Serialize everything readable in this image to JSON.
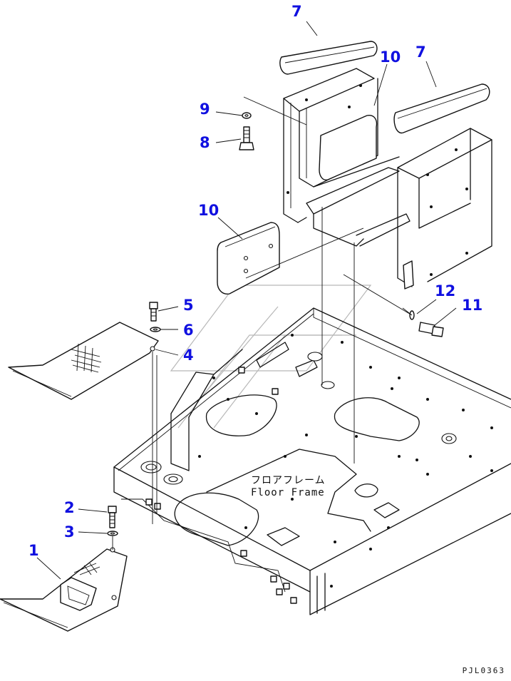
{
  "drawing_code": "PJL0363",
  "frame_label": {
    "japanese": "フロアフレーム",
    "english": "Floor Frame"
  },
  "callouts": [
    {
      "id": "c1",
      "text": "1"
    },
    {
      "id": "c2",
      "text": "2"
    },
    {
      "id": "c3",
      "text": "3"
    },
    {
      "id": "c4",
      "text": "4"
    },
    {
      "id": "c5",
      "text": "5"
    },
    {
      "id": "c6",
      "text": "6"
    },
    {
      "id": "c7a",
      "text": "7"
    },
    {
      "id": "c7b",
      "text": "7"
    },
    {
      "id": "c8",
      "text": "8"
    },
    {
      "id": "c9",
      "text": "9"
    },
    {
      "id": "c10a",
      "text": "10"
    },
    {
      "id": "c10b",
      "text": "10"
    },
    {
      "id": "c11",
      "text": "11"
    },
    {
      "id": "c12",
      "text": "12"
    }
  ],
  "colors": {
    "callout": "#1010e0",
    "line": "#111111",
    "watermark": "#b8b8b8"
  }
}
